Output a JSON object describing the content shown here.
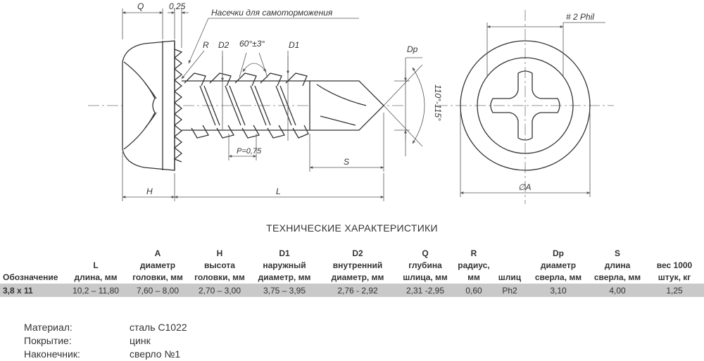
{
  "drawing": {
    "labels": {
      "q": "Q",
      "gap": "0,25",
      "note": "Насечки для самоторможения",
      "r": "R",
      "d2": "D2",
      "angle": "60°±3°",
      "d1": "D1",
      "dp": "Dp",
      "tip_angle": "110°-115°",
      "pitch": "P=0,75",
      "s": "S",
      "h": "H",
      "l": "L",
      "phil": "# 2 Phil",
      "dia_a": "∅A"
    },
    "colors": {
      "line": "#333333",
      "dim": "#555555",
      "table_row": "#c9c9c9"
    }
  },
  "table": {
    "title": "ТЕХНИЧЕСКИЕ ХАРАКТЕРИСТИКИ",
    "columns": [
      {
        "sym": "",
        "desc": "Обозначение"
      },
      {
        "sym": "L",
        "desc": "длина, мм"
      },
      {
        "sym": "A",
        "desc": "диаметр головки, мм"
      },
      {
        "sym": "H",
        "desc": "высота головки, мм"
      },
      {
        "sym": "D1",
        "desc": "наружный диаметр, мм"
      },
      {
        "sym": "D2",
        "desc": "внутренний диаметр, мм"
      },
      {
        "sym": "Q",
        "desc": "глубина шлица, мм"
      },
      {
        "sym": "R",
        "desc": "радиус, мм"
      },
      {
        "sym": "",
        "desc": "шлиц"
      },
      {
        "sym": "Dp",
        "desc": "диаметр сверла, мм"
      },
      {
        "sym": "S",
        "desc": "длина сверла, мм"
      },
      {
        "sym": "вес 1000",
        "desc": "штук, кг"
      }
    ],
    "row": [
      "3,8 x 11",
      "10,2 – 11,80",
      "7,60 – 8,00",
      "2,70 – 3,00",
      "3,75 – 3,95",
      "2,76 - 2,92",
      "2,31 -2,95",
      "0,60",
      "Ph2",
      "3,10",
      "4,00",
      "1,25"
    ]
  },
  "properties": [
    {
      "key": "Материал:",
      "value": "сталь С1022"
    },
    {
      "key": "Покрытие:",
      "value": "цинк"
    },
    {
      "key": "Наконечник:",
      "value": "сверло №1"
    }
  ]
}
